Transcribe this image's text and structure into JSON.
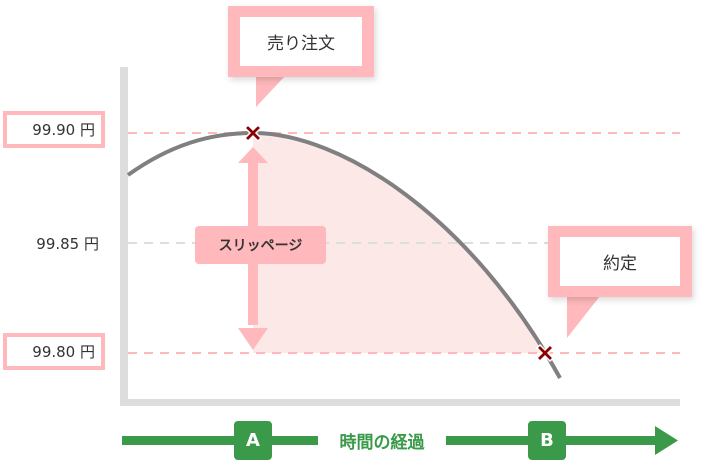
{
  "price_labels": {
    "high": "99.90 円",
    "mid": "99.85 円",
    "low": "99.80 円"
  },
  "callouts": {
    "sell_order": "売り注文",
    "execution": "約定"
  },
  "slippage_label": "スリッページ",
  "timeline": {
    "label": "時間の経過",
    "point_a": "A",
    "point_b": "B"
  },
  "colors": {
    "pink": "#ffb8bb",
    "fill": "#fde8e8",
    "curve": "#808080",
    "marker": "#8b0000",
    "green": "#3a9a4a",
    "axis": "#dddddd"
  }
}
